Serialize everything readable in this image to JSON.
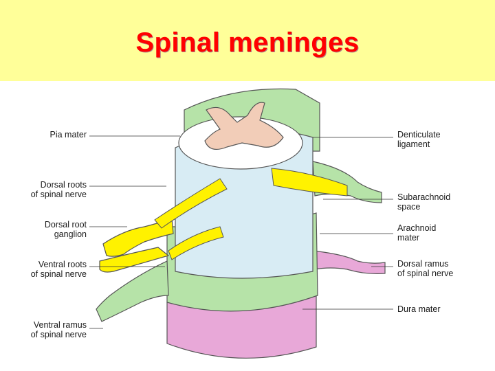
{
  "title": "Spinal meninges",
  "colors": {
    "title_band": "#ffff99",
    "title_text": "#ff0000",
    "dura": "#b6e3a8",
    "arachnoid": "#d8ecf4",
    "pia_cord": "#ffffff",
    "grey_matter": "#f2cdb8",
    "nerve": "#fff200",
    "dural_sac_lower": "#e8a8d8"
  },
  "labels": {
    "pia_mater": "Pia mater",
    "dorsal_roots": "Dorsal roots\nof spinal nerve",
    "dorsal_root_ganglion": "Dorsal root\nganglion",
    "ventral_roots": "Ventral roots\nof spinal nerve",
    "ventral_ramus": "Ventral ramus\nof spinal nerve",
    "denticulate_ligament": "Denticulate\nligament",
    "subarachnoid_space": "Subarachnoid\nspace",
    "arachnoid_mater": "Arachnoid\nmater",
    "dorsal_ramus": "Dorsal ramus\n of spinal nerve",
    "dura_mater": "Dura mater"
  }
}
